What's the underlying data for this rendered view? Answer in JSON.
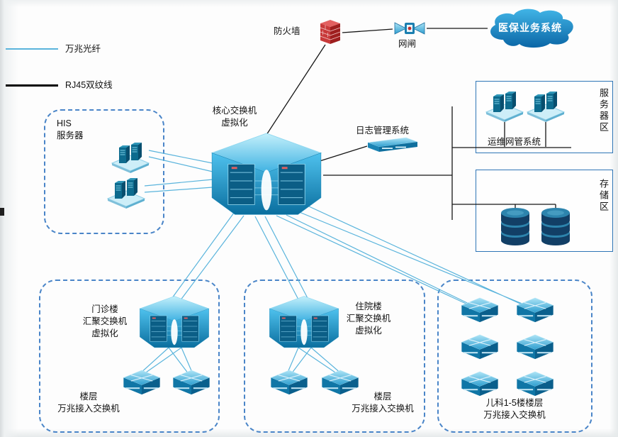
{
  "legend": {
    "fiber_label": "万兆光纤",
    "rj45_label": "RJ45双纹线"
  },
  "perimeter": {
    "firewall_label": "防火墙",
    "gateway_label": "网闸",
    "cloud_label": "医保业务系统"
  },
  "core_switch": {
    "label": "核心交换机\n虚拟化"
  },
  "log_system": {
    "label": "日志管理系统"
  },
  "his_zone": {
    "label": "HIS\n服务器"
  },
  "server_zone": {
    "title": "服务器区",
    "system_label": "运维网管系统"
  },
  "storage_zone": {
    "title": "存储区"
  },
  "outpatient_zone": {
    "label": "门诊楼\n汇聚交换机\n虚拟化",
    "footer": "楼层\n万兆接入交换机"
  },
  "inpatient_zone": {
    "label": "住院楼\n汇聚交换机\n虚拟化",
    "footer": "楼层\n万兆接入交换机"
  },
  "pediatrics_zone": {
    "footer": "儿科1-5楼楼层\n万兆接入交换机"
  },
  "colors": {
    "fiber": "#5ab4dc",
    "rj45": "#000000",
    "device_blue": "#1d88b8",
    "zone_border": "#4a85c8",
    "area_border": "#2e75b6",
    "firewall_red": "#c83a3a",
    "cloud_blue": "#1687c0"
  }
}
